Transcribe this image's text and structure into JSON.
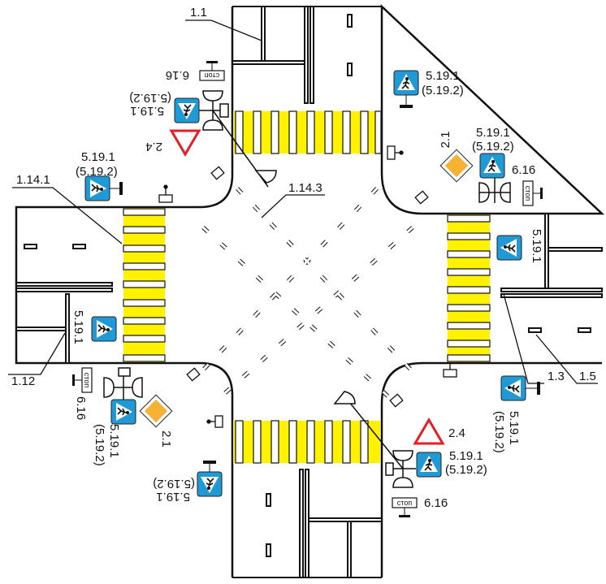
{
  "title": "Intersection with pedestrian crossings — road markings and signs",
  "colors": {
    "crosswalk": "#fff200",
    "sign_blue": "#1f9ad6",
    "diamond": "#f7b234",
    "triangle": "#e31e24"
  },
  "labels": {
    "marking_1_1": "1.1",
    "marking_1_14_1": "1.14.1",
    "marking_1_14_3": "1.14.3",
    "marking_1_12": "1.12",
    "marking_1_3": "1.3",
    "marking_1_5": "1.5",
    "sign_6_16": "6.16",
    "sign_2_4": "2.4",
    "sign_2_1": "2.1",
    "sign_5_19_1": "5.19.1",
    "sign_5_19_2": "(5.19.2)",
    "stop_text": "стоп"
  }
}
